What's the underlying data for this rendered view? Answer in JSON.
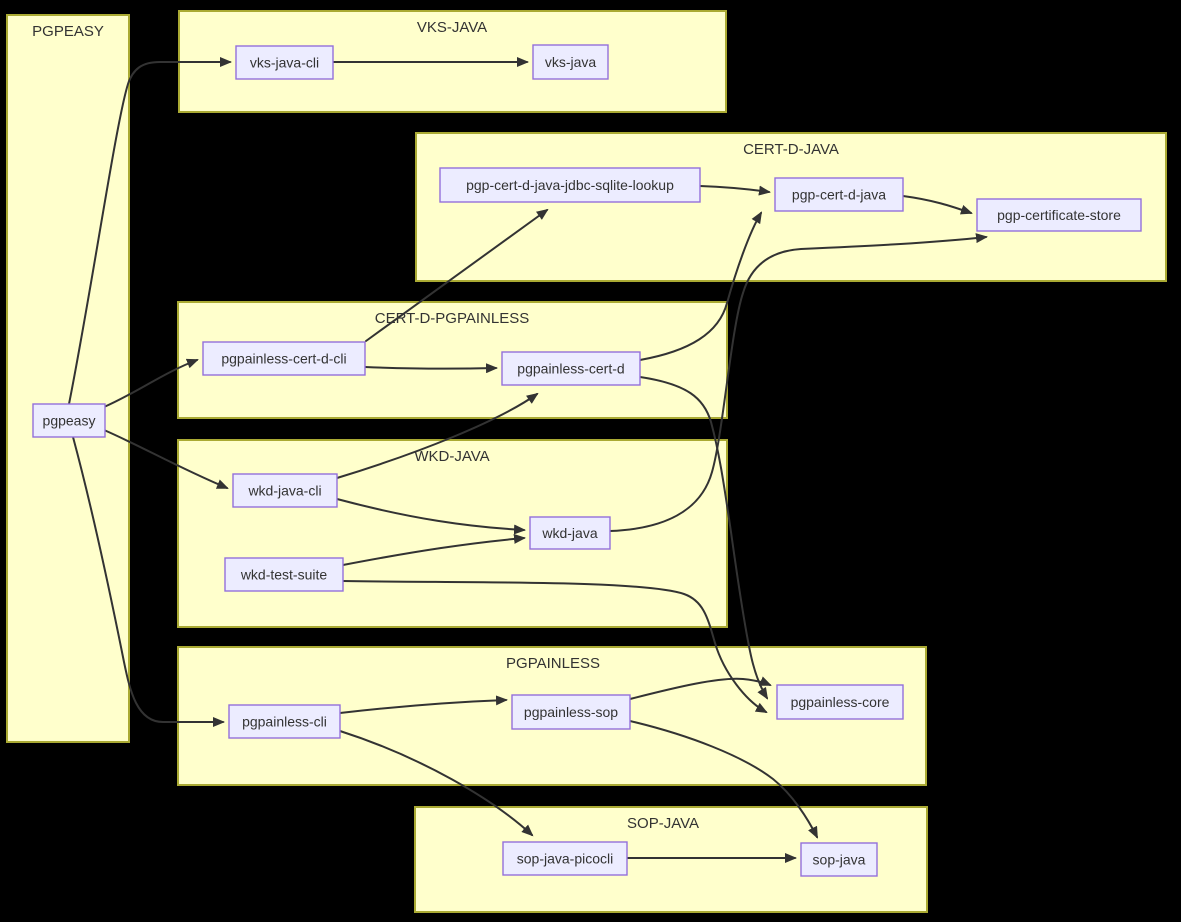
{
  "diagram": {
    "type": "dependency-graph",
    "colors": {
      "background": "#000000",
      "cluster_fill": "#ffffcc",
      "cluster_border": "#aaaa33",
      "node_fill": "#ececff",
      "node_border": "#9370db",
      "edge": "#333333",
      "text": "#333333"
    },
    "clusters": [
      {
        "id": "pgpeasy-group",
        "label": "PGPEASY"
      },
      {
        "id": "vks-java-group",
        "label": "VKS-JAVA"
      },
      {
        "id": "cert-d-java-group",
        "label": "CERT-D-JAVA"
      },
      {
        "id": "cert-d-pgpainless-group",
        "label": "CERT-D-PGPAINLESS"
      },
      {
        "id": "wkd-java-group",
        "label": "WKD-JAVA"
      },
      {
        "id": "pgpainless-group",
        "label": "PGPAINLESS"
      },
      {
        "id": "sop-java-group",
        "label": "SOP-JAVA"
      }
    ],
    "nodes": [
      {
        "id": "pgpeasy",
        "label": "pgpeasy",
        "cluster": "pgpeasy-group"
      },
      {
        "id": "vks-java-cli",
        "label": "vks-java-cli",
        "cluster": "vks-java-group"
      },
      {
        "id": "vks-java",
        "label": "vks-java",
        "cluster": "vks-java-group"
      },
      {
        "id": "pgp-cert-d-java-jdbc-sqlite-lookup",
        "label": "pgp-cert-d-java-jdbc-sqlite-lookup",
        "cluster": "cert-d-java-group"
      },
      {
        "id": "pgp-cert-d-java",
        "label": "pgp-cert-d-java",
        "cluster": "cert-d-java-group"
      },
      {
        "id": "pgp-certificate-store",
        "label": "pgp-certificate-store",
        "cluster": "cert-d-java-group"
      },
      {
        "id": "pgpainless-cert-d-cli",
        "label": "pgpainless-cert-d-cli",
        "cluster": "cert-d-pgpainless-group"
      },
      {
        "id": "pgpainless-cert-d",
        "label": "pgpainless-cert-d",
        "cluster": "cert-d-pgpainless-group"
      },
      {
        "id": "wkd-java-cli",
        "label": "wkd-java-cli",
        "cluster": "wkd-java-group"
      },
      {
        "id": "wkd-test-suite",
        "label": "wkd-test-suite",
        "cluster": "wkd-java-group"
      },
      {
        "id": "wkd-java",
        "label": "wkd-java",
        "cluster": "wkd-java-group"
      },
      {
        "id": "pgpainless-cli",
        "label": "pgpainless-cli",
        "cluster": "pgpainless-group"
      },
      {
        "id": "pgpainless-sop",
        "label": "pgpainless-sop",
        "cluster": "pgpainless-group"
      },
      {
        "id": "pgpainless-core",
        "label": "pgpainless-core",
        "cluster": "pgpainless-group"
      },
      {
        "id": "sop-java-picocli",
        "label": "sop-java-picocli",
        "cluster": "sop-java-group"
      },
      {
        "id": "sop-java",
        "label": "sop-java",
        "cluster": "sop-java-group"
      }
    ],
    "edges": [
      {
        "from": "pgpeasy",
        "to": "vks-java-cli"
      },
      {
        "from": "pgpeasy",
        "to": "pgpainless-cert-d-cli"
      },
      {
        "from": "pgpeasy",
        "to": "wkd-java-cli"
      },
      {
        "from": "pgpeasy",
        "to": "pgpainless-cli"
      },
      {
        "from": "vks-java-cli",
        "to": "vks-java"
      },
      {
        "from": "pgpainless-cert-d-cli",
        "to": "pgp-cert-d-java-jdbc-sqlite-lookup"
      },
      {
        "from": "pgpainless-cert-d-cli",
        "to": "pgpainless-cert-d"
      },
      {
        "from": "pgp-cert-d-java-jdbc-sqlite-lookup",
        "to": "pgp-cert-d-java"
      },
      {
        "from": "pgp-cert-d-java",
        "to": "pgp-certificate-store"
      },
      {
        "from": "pgpainless-cert-d",
        "to": "pgp-cert-d-java"
      },
      {
        "from": "pgpainless-cert-d",
        "to": "pgpainless-core"
      },
      {
        "from": "wkd-java-cli",
        "to": "pgpainless-cert-d"
      },
      {
        "from": "wkd-java-cli",
        "to": "wkd-java"
      },
      {
        "from": "wkd-test-suite",
        "to": "wkd-java"
      },
      {
        "from": "wkd-test-suite",
        "to": "pgpainless-core"
      },
      {
        "from": "wkd-java",
        "to": "pgp-certificate-store"
      },
      {
        "from": "pgpainless-cli",
        "to": "pgpainless-sop"
      },
      {
        "from": "pgpainless-cli",
        "to": "sop-java-picocli"
      },
      {
        "from": "pgpainless-sop",
        "to": "pgpainless-core"
      },
      {
        "from": "pgpainless-sop",
        "to": "sop-java"
      },
      {
        "from": "sop-java-picocli",
        "to": "sop-java"
      }
    ]
  }
}
